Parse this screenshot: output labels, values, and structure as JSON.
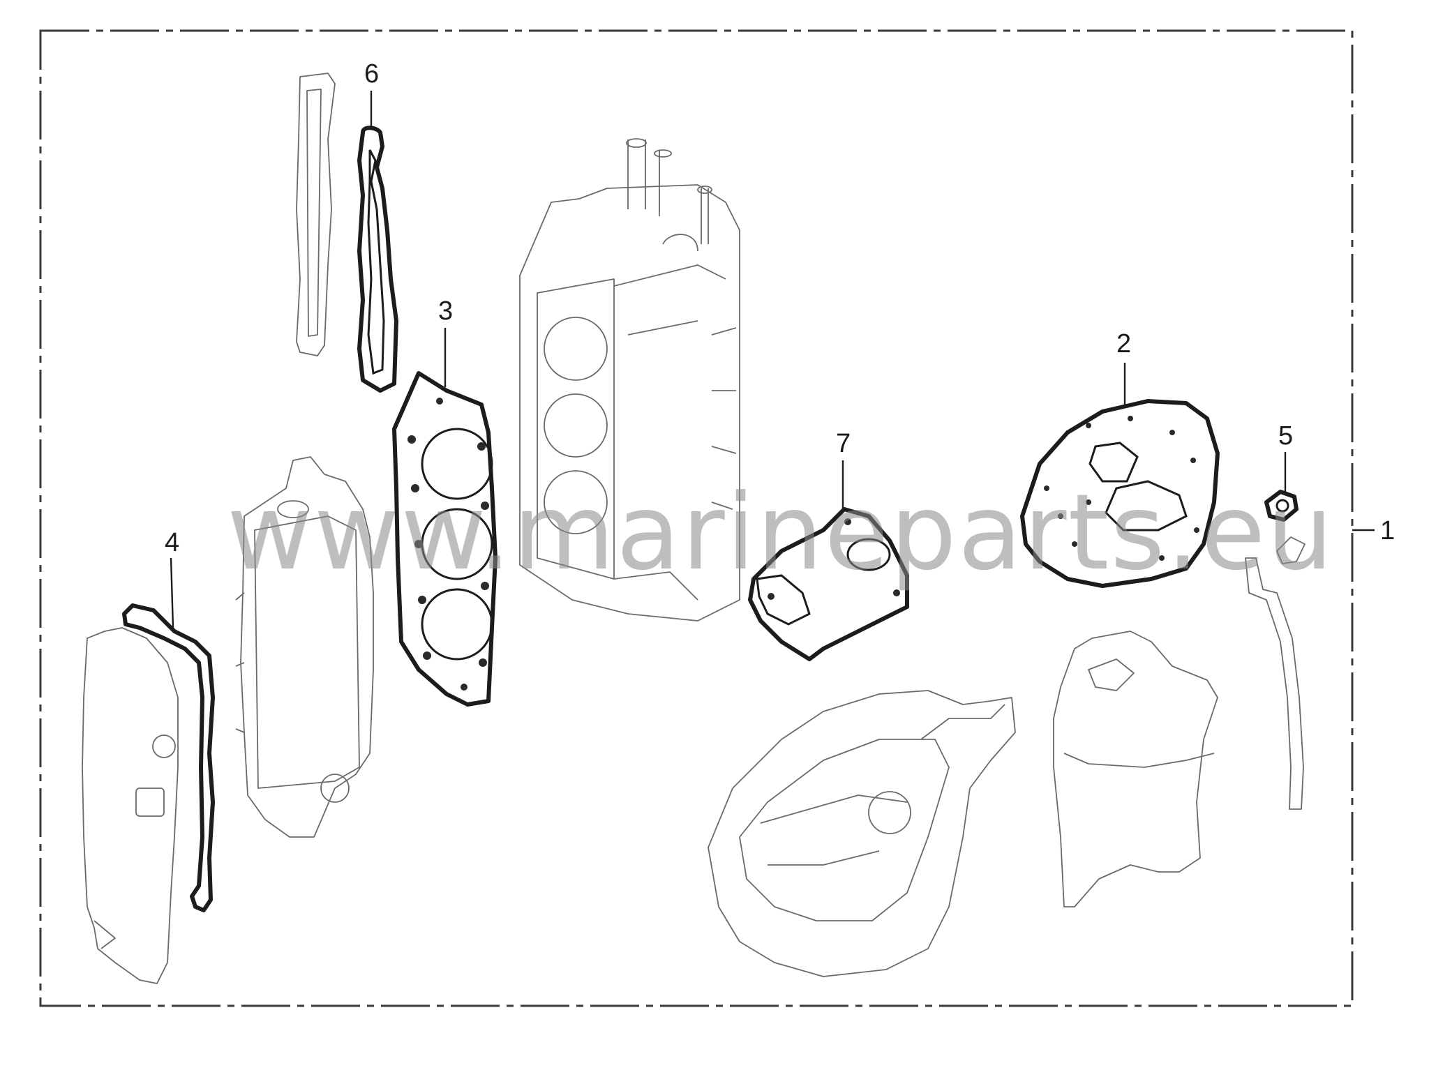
{
  "callouts": [
    {
      "id": "1",
      "label": "1"
    },
    {
      "id": "2",
      "label": "2"
    },
    {
      "id": "3",
      "label": "3"
    },
    {
      "id": "4",
      "label": "4"
    },
    {
      "id": "5",
      "label": "5"
    },
    {
      "id": "6",
      "label": "6"
    },
    {
      "id": "7",
      "label": "7"
    }
  ],
  "watermark": "www.marineparts.eu",
  "colors": {
    "line": "#2a2a2a",
    "watermark": "#8a8a8a",
    "background": "#ffffff"
  }
}
